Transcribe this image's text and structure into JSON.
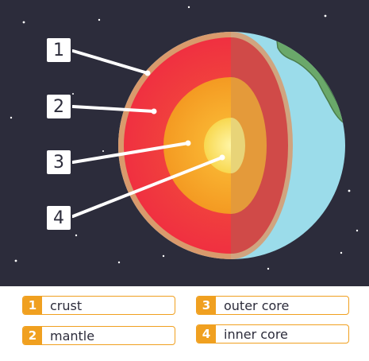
{
  "callouts": [
    {
      "number": "1"
    },
    {
      "number": "2"
    },
    {
      "number": "3"
    },
    {
      "number": "4"
    }
  ],
  "legend": [
    {
      "number": "1",
      "label": "crust"
    },
    {
      "number": "2",
      "label": "mantle"
    },
    {
      "number": "3",
      "label": "outer core"
    },
    {
      "number": "4",
      "label": "inner core"
    }
  ],
  "colors": {
    "background": "#2c2c3b",
    "ocean": "#9bdcea",
    "land": "#6aa86a",
    "crust": "#d99a6c",
    "mantle": "#f03838",
    "outer_core": "#f6a820",
    "inner_core": "#fbe870",
    "legend_accent": "#f0a020"
  }
}
